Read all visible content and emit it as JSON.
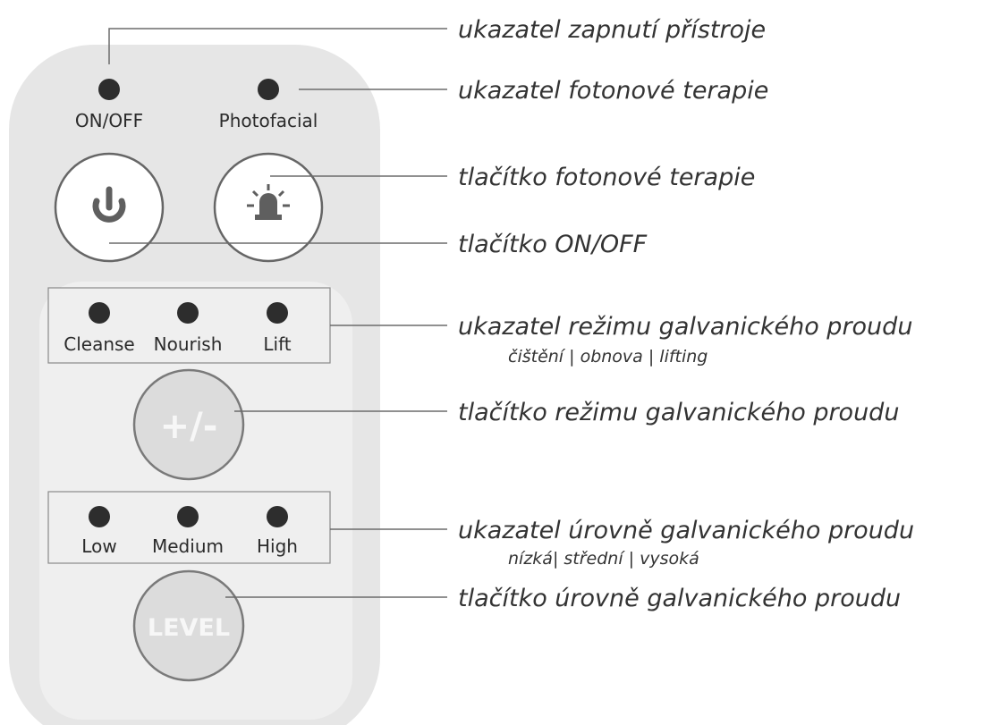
{
  "colors": {
    "device_body": "#e6e6e6",
    "inner_panel": "#efefef",
    "led": "#2d2d2d",
    "button_white": "#ffffff",
    "button_gray": "#dcdcdc",
    "button_icon": "#5f5f5f",
    "button_text_light": "#f7f7f7",
    "leader_line": "#6b6b6b"
  },
  "device": {
    "top_indicators": [
      "ON/OFF",
      "Photofacial"
    ],
    "power_button_icon": "power-icon",
    "photofacial_button_icon": "siren-light-icon",
    "mode_indicators": [
      "Cleanse",
      "Nourish",
      "Lift"
    ],
    "mode_button_label": "+/-",
    "level_indicators": [
      "Low",
      "Medium",
      "High"
    ],
    "level_button_label": "LEVEL"
  },
  "callouts": {
    "power_indicator": "ukazatel zapnutí přístroje",
    "photon_indicator": "ukazatel fotonové terapie",
    "photon_button": "tlačítko fotonové terapie",
    "power_button": "tlačítko ON/OFF",
    "mode_indicator": "ukazatel režimu galvanického proudu",
    "mode_indicator_sub": "čištění | obnova | lifting",
    "mode_button": "tlačítko režimu galvanického proudu",
    "level_indicator": "ukazatel úrovně galvanického proudu",
    "level_indicator_sub": "nízká| střední | vysoká",
    "level_button": "tlačítko úrovně galvanického proudu"
  }
}
